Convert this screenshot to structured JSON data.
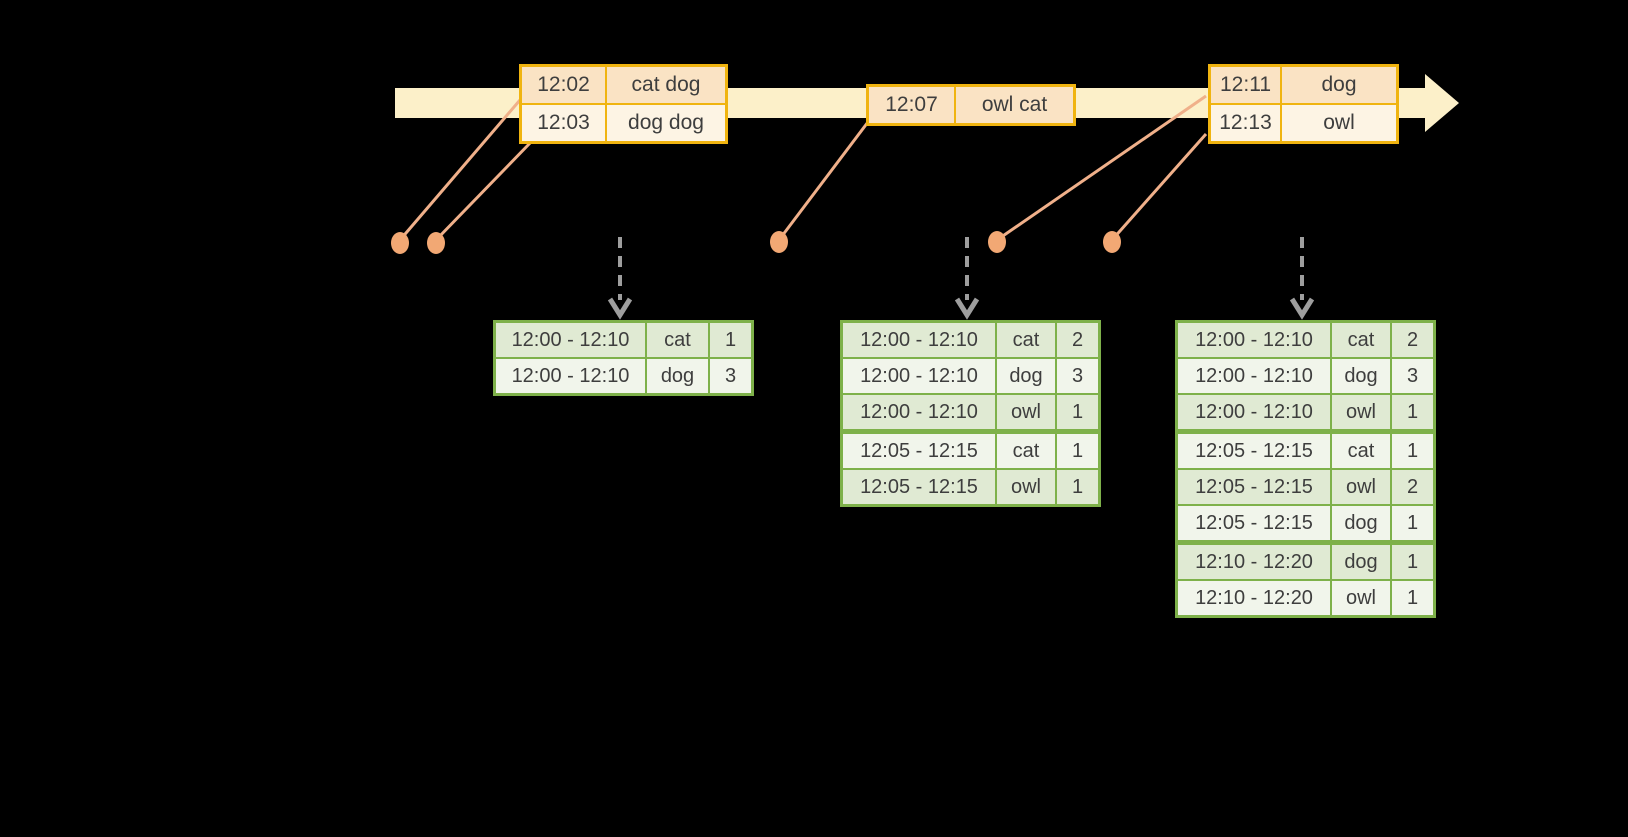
{
  "colors": {
    "background": "#000000",
    "timeline_fill": "#fcf0c9",
    "event_border": "#f0b410",
    "event_row_fill_a": "#fae3c4",
    "event_row_fill_b": "#fdf4e4",
    "connector": "#f0b08a",
    "dot": "#f2a874",
    "trigger_arrow": "#9e9e9e",
    "table_border": "#7eb14a",
    "table_row_fill_a": "#e0ead3",
    "table_row_fill_b": "#f1f5eb",
    "text": "#3e3e3e"
  },
  "timeline": {
    "event_boxes": [
      {
        "rows": [
          {
            "time": "12:02",
            "words": "cat dog"
          },
          {
            "time": "12:03",
            "words": "dog dog"
          }
        ]
      },
      {
        "rows": [
          {
            "time": "12:07",
            "words": "owl cat"
          }
        ]
      },
      {
        "rows": [
          {
            "time": "12:11",
            "words": "dog"
          },
          {
            "time": "12:13",
            "words": "owl"
          }
        ]
      }
    ]
  },
  "result_tables": [
    {
      "rows": [
        {
          "window": "12:00 - 12:10",
          "word": "cat",
          "count": "1"
        },
        {
          "window": "12:00 - 12:10",
          "word": "dog",
          "count": "3"
        }
      ]
    },
    {
      "rows": [
        {
          "window": "12:00 - 12:10",
          "word": "cat",
          "count": "2"
        },
        {
          "window": "12:00 - 12:10",
          "word": "dog",
          "count": "3"
        },
        {
          "window": "12:00 - 12:10",
          "word": "owl",
          "count": "1"
        },
        {
          "window": "12:05 - 12:15",
          "word": "cat",
          "count": "1"
        },
        {
          "window": "12:05 - 12:15",
          "word": "owl",
          "count": "1"
        }
      ]
    },
    {
      "rows": [
        {
          "window": "12:00 - 12:10",
          "word": "cat",
          "count": "2"
        },
        {
          "window": "12:00 - 12:10",
          "word": "dog",
          "count": "3"
        },
        {
          "window": "12:00 - 12:10",
          "word": "owl",
          "count": "1"
        },
        {
          "window": "12:05 - 12:15",
          "word": "cat",
          "count": "1"
        },
        {
          "window": "12:05 - 12:15",
          "word": "owl",
          "count": "2"
        },
        {
          "window": "12:05 - 12:15",
          "word": "dog",
          "count": "1"
        },
        {
          "window": "12:10 - 12:20",
          "word": "dog",
          "count": "1"
        },
        {
          "window": "12:10 - 12:20",
          "word": "owl",
          "count": "1"
        }
      ]
    }
  ]
}
